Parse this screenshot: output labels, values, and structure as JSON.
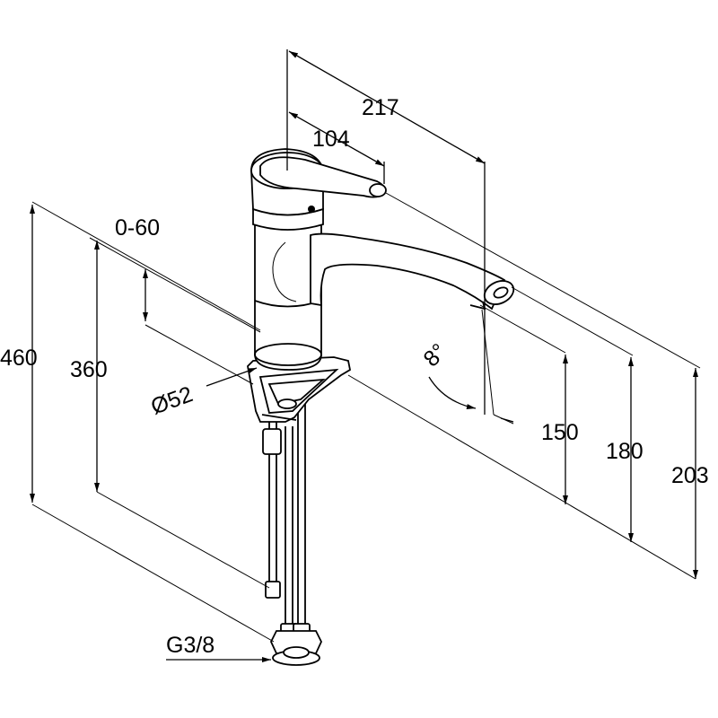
{
  "drawing": {
    "subject": "single-lever kitchen faucet dimension drawing",
    "dimensions": {
      "spout_reach": "217",
      "lever_reach": "104",
      "lever_travel": "0-60",
      "total_height": "460",
      "hose_length": "360",
      "base_diameter": "Ø52",
      "swivel_angle": "8°",
      "outlet_height": "150",
      "spout_height": "180",
      "body_height": "203",
      "connection_thread": "G3/8"
    },
    "colors": {
      "line": "#000000",
      "background": "#ffffff"
    }
  }
}
